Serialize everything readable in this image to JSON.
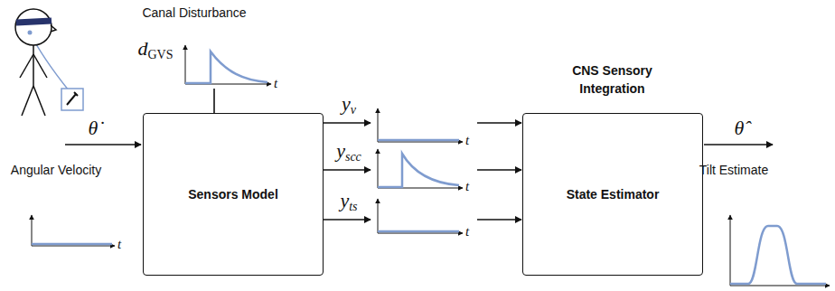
{
  "diagram": {
    "nodes": [
      {
        "text": [
          "Sensors Model"
        ]
      },
      {
        "text": [
          "CNS Sensory Integration",
          "State Estimator"
        ]
      }
    ],
    "edges": [
      {
        "from": 0,
        "to": 1,
        "arrow": "to",
        "label": "yv"
      },
      {
        "from": 0,
        "to": 1,
        "arrow": "to",
        "label": "yscc"
      },
      {
        "from": 0,
        "to": 1,
        "arrow": "to",
        "label": "yts"
      }
    ],
    "labels": [
      "Canal Disturbance",
      "dGVS",
      "t",
      "θ̇",
      "Angular Velocity",
      "t",
      "t",
      "t",
      "t",
      "θ̂",
      "Tilt Estimate"
    ]
  }
}
